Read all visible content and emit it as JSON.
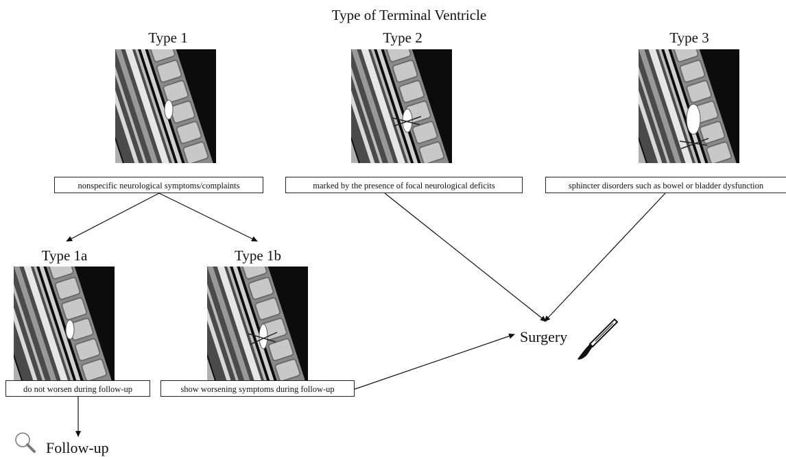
{
  "diagram": {
    "title": "Type of Terminal Ventricle",
    "types": {
      "type1": {
        "label": "Type 1",
        "description": "nonspecific neurological symptoms/complaints"
      },
      "type2": {
        "label": "Type 2",
        "description": "marked by the presence of focal neurological deficits"
      },
      "type3": {
        "label": "Type 3",
        "description": "sphincter disorders such as bowel or bladder dysfunction"
      },
      "type1a": {
        "label": "Type 1a",
        "description": "do not worsen during follow-up"
      },
      "type1b": {
        "label": "Type 1b",
        "description": "show worsening symptoms during follow-up"
      }
    },
    "outcomes": {
      "surgery": "Surgery",
      "followup": "Follow-up"
    },
    "icons": {
      "scalpel": "scalpel-icon",
      "magnifier": "magnifier-icon",
      "mri": "spine-mri-image"
    }
  }
}
